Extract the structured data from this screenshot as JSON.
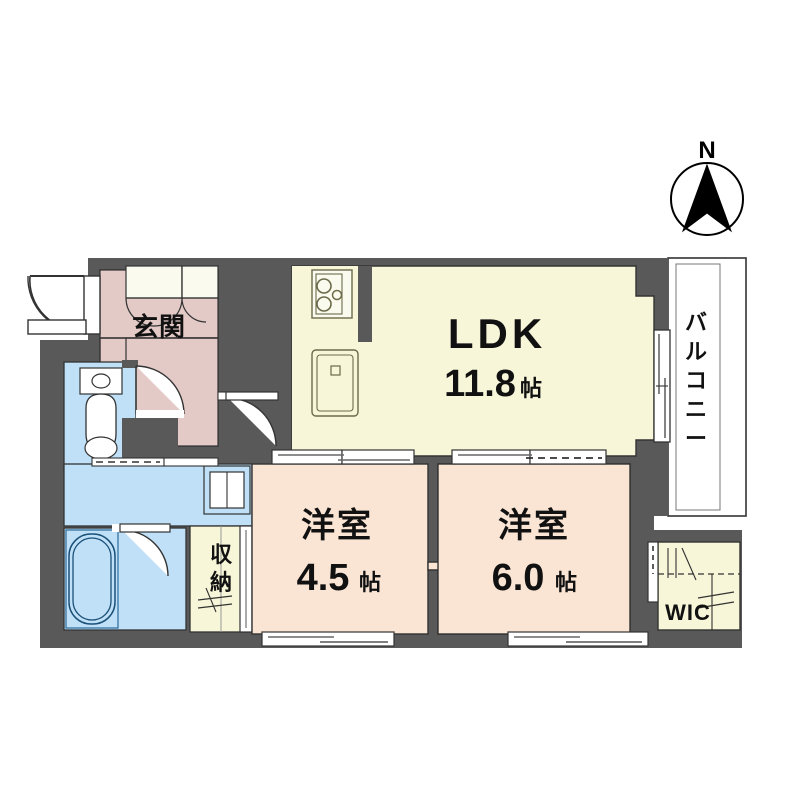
{
  "plan": {
    "compass": {
      "label": "N",
      "icon": "north-arrow-icon"
    },
    "rooms": [
      {
        "id": "ldk",
        "name": "LDK",
        "area": "11.8",
        "area_unit": "帖",
        "fill": "#f7f6d8"
      },
      {
        "id": "bedroom-west",
        "name": "洋室",
        "area": "4.5",
        "area_unit": "帖",
        "fill": "#fae5d4"
      },
      {
        "id": "bedroom-east",
        "name": "洋室",
        "area": "6.0",
        "area_unit": "帖",
        "fill": "#fae5d4"
      },
      {
        "id": "genkan",
        "name": "玄関",
        "area": "",
        "area_unit": "",
        "fill": "#e3cac6"
      },
      {
        "id": "closet",
        "name": "収納",
        "area": "",
        "area_unit": "",
        "fill": "#f7f6d8"
      },
      {
        "id": "wic",
        "name": "WIC",
        "area": "",
        "area_unit": "",
        "fill": "#f7f6d8"
      },
      {
        "id": "balcony",
        "name": "バルコニー",
        "area": "",
        "area_unit": "",
        "fill": "#ffffff"
      }
    ],
    "fixtures": [
      {
        "id": "cooktop",
        "name": "gas-cooktop-icon",
        "burners": 3
      },
      {
        "id": "sink",
        "name": "kitchen-sink-icon"
      },
      {
        "id": "toilet",
        "name": "toilet-icon"
      },
      {
        "id": "bathtub",
        "name": "bathtub-icon"
      },
      {
        "id": "vanity",
        "name": "washbasin-icon"
      },
      {
        "id": "washer",
        "name": "washing-machine-space-icon"
      },
      {
        "id": "shoe-cabinet",
        "name": "shoe-cabinet-icon"
      }
    ],
    "colors": {
      "wall": "#595959",
      "line": "#1a1a1a",
      "ldk": "#f7f6d8",
      "bedroom": "#fae5d4",
      "genkan": "#e3cac6",
      "water": "#bfe0f7",
      "storage": "#f7f6d8",
      "balcony": "#ffffff",
      "background": "#ffffff"
    }
  }
}
